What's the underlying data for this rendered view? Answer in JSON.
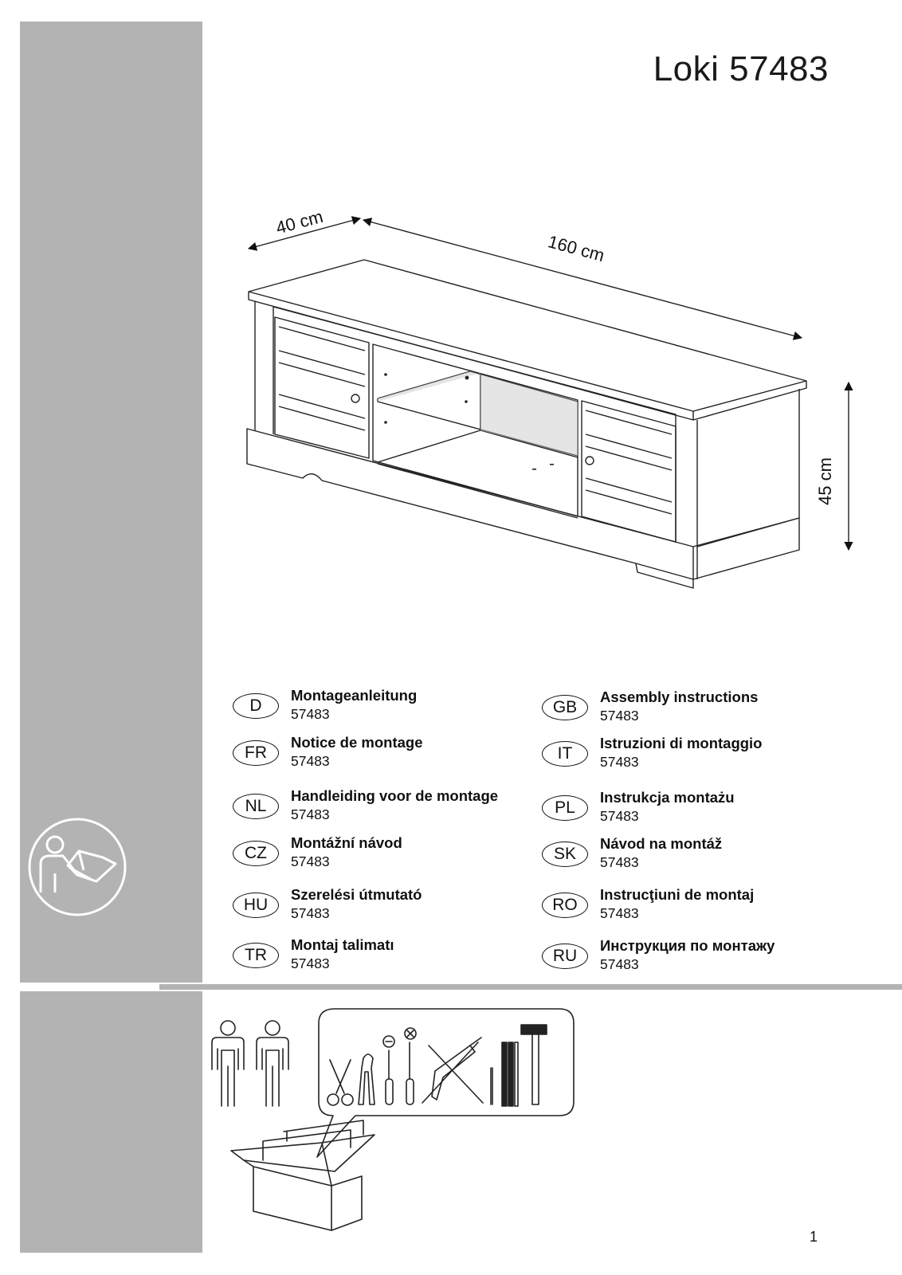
{
  "header": {
    "title": "Loki 57483"
  },
  "dimensions": {
    "depth": "40 cm",
    "width": "160 cm",
    "height": "45 cm"
  },
  "languages": [
    {
      "code": "D",
      "title": "Montageanleitung",
      "article": "57483"
    },
    {
      "code": "GB",
      "title": "Assembly instructions",
      "article": "57483"
    },
    {
      "code": "FR",
      "title": "Notice de montage",
      "article": "57483"
    },
    {
      "code": "IT",
      "title": "Istruzioni di montaggio",
      "article": "57483"
    },
    {
      "code": "NL",
      "title": "Handleiding voor de montage",
      "article": "57483"
    },
    {
      "code": "PL",
      "title": "Instrukcja montażu",
      "article": "57483"
    },
    {
      "code": "CZ",
      "title": "Montážní návod",
      "article": "57483"
    },
    {
      "code": "SK",
      "title": "Návod na montáž",
      "article": "57483"
    },
    {
      "code": "HU",
      "title": "Szerelési útmutató",
      "article": "57483"
    },
    {
      "code": "RO",
      "title": "Instrucţiuni de montaj",
      "article": "57483"
    },
    {
      "code": "TR",
      "title": "Montaj talimatı",
      "article": "57483"
    },
    {
      "code": "RU",
      "title": "Инструкция по монтажу",
      "article": "57483"
    }
  ],
  "tools": {
    "screwdriver_flat_symbol": "⊖",
    "screwdriver_cross_symbol": "⊗",
    "items": [
      "scissors-icon",
      "pincers-icon",
      "flat-screwdriver-icon",
      "phillips-screwdriver-icon",
      "drill-not-allowed-icon",
      "pencil-icon",
      "folding-ruler-icon",
      "hammer-icon"
    ]
  },
  "footer": {
    "page_number": "1"
  }
}
